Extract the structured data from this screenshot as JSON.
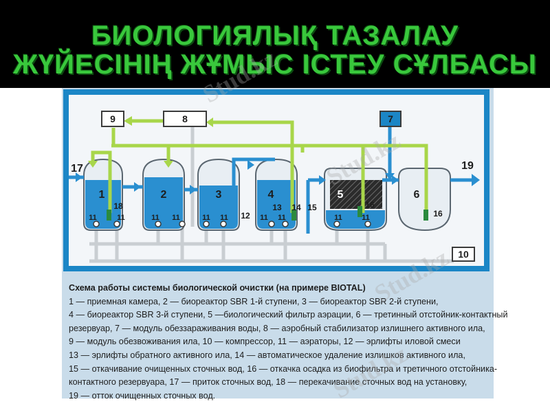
{
  "title": {
    "line1": "БИОЛОГИЯЛЫҚ ТАЗАЛАУ",
    "line2": "ЖҮЙЕСІНІҢ ЖҰМЫС ІСТЕУ СҰЛБАСЫ"
  },
  "watermark": "Stud.kz",
  "diagram": {
    "tank_numbers": [
      "1",
      "2",
      "3",
      "4",
      "5",
      "6"
    ],
    "box_labels": [
      "9",
      "8",
      "7",
      "10"
    ],
    "flow_in": "17",
    "flow_out": "19",
    "labels": {
      "aerator": "11",
      "pump18": "18",
      "pump16": "16",
      "pump14": "14",
      "pipe12": "12",
      "pipe13": "13",
      "pipe15": "15"
    }
  },
  "caption": {
    "title": "Схема работы системы биологической очистки (на примере BIOTAL)",
    "lines": [
      "1 — приемная камера, 2 — биореактор SBR 1-й ступени, 3 — биореактор SBR 2-й ступени,",
      "4 — биореактор SBR 3-й ступени, 5 —биологический фильтр аэрации, 6 — третинный отстойник-контактный",
      "резервуар, 7 — модуль обеззараживания воды, 8 — аэробный стабилизатор излишнего активного ила,",
      "9 — модуль обезвоживания ила, 10 — компрессор, 11 — аэраторы, 12 — эрлифты иловой смеси",
      "13 — эрлифты обратного активного ила, 14 — автоматическое удаление излишков активного ила,",
      "15 — откачивание очищенных сточных вод, 16 — откачка осадка из биофильтра и третичного отстойника-",
      "контактного резервуара, 17 — приток сточных вод, 18 — перекачивание сточных вод на установку,",
      "19 — отток очищенных сточных вод."
    ]
  },
  "colors": {
    "title_green": "#39c83c",
    "frame_blue": "#1b86c6",
    "water_blue": "#2a8fd0",
    "pipe_green": "#a8d64a",
    "pipe_grey": "#c9ced2"
  }
}
